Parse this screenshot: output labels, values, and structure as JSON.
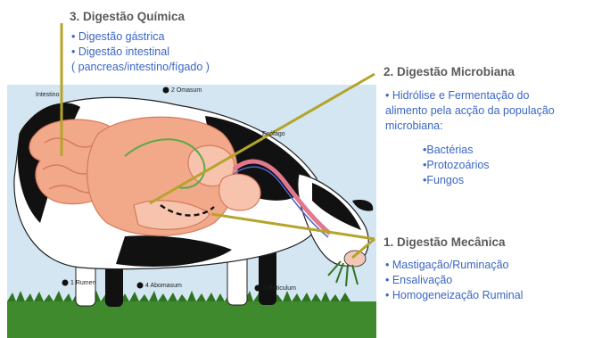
{
  "sections": {
    "chemical": {
      "heading": "3. Digestão Química",
      "items": [
        "• Digestão gástrica",
        "• Digestão intestinal",
        "( pancreas/intestino/fígado )"
      ]
    },
    "microbial": {
      "heading": "2. Digestão Microbiana",
      "lines": [
        "• Hidrólise e Fermentação do",
        "alimento pela acção da população",
        "microbiana:"
      ],
      "subitems": [
        "•Bactérias",
        "•Protozoários",
        "•Fungos"
      ]
    },
    "mechanical": {
      "heading": "1. Digestão Mecânica",
      "items": [
        "• Mastigação/Ruminação",
        "• Ensalivação",
        "• Homogeneização Ruminal"
      ]
    }
  },
  "diagram_labels": {
    "intestine": "Intestino",
    "omasum": "2 Omasum",
    "esophagus": "Esófago",
    "rumen": "1 Rumen",
    "abomasum": "4 Abomasum",
    "reticulum": "3 Reticulum"
  },
  "colors": {
    "heading": "#5a5a5a",
    "item_text": "#3a66c4",
    "leader_line": "#b5a42b",
    "sky": "#d3e6f2",
    "grass": "#3f8a2c",
    "organs": "#f2a98a"
  }
}
